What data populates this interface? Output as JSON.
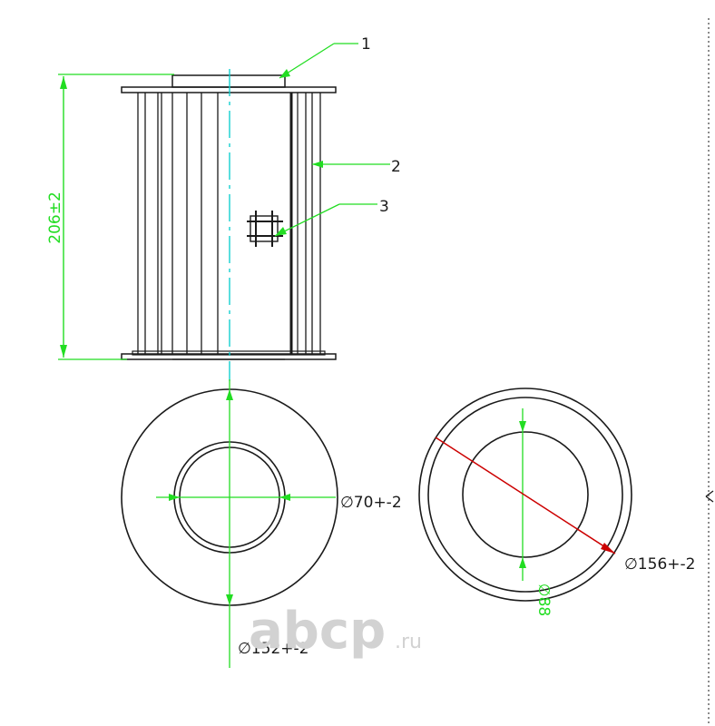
{
  "callouts": [
    "1",
    "2",
    "3"
  ],
  "dimensions": {
    "height": "206±2",
    "inner_diameter": "∅70+-2",
    "outer_diameter": "∅152+-2",
    "seal_diameter": "∅156+-2",
    "bottom_inner": "∅88"
  },
  "watermark": {
    "brand": "abcp",
    "suffix": ".ru"
  },
  "colors": {
    "ink": "#1a1a1a",
    "dimension": "#22dd22",
    "centerline": "#00cccc",
    "accent": "#cc0000",
    "watermark": "#d2d2d2"
  }
}
